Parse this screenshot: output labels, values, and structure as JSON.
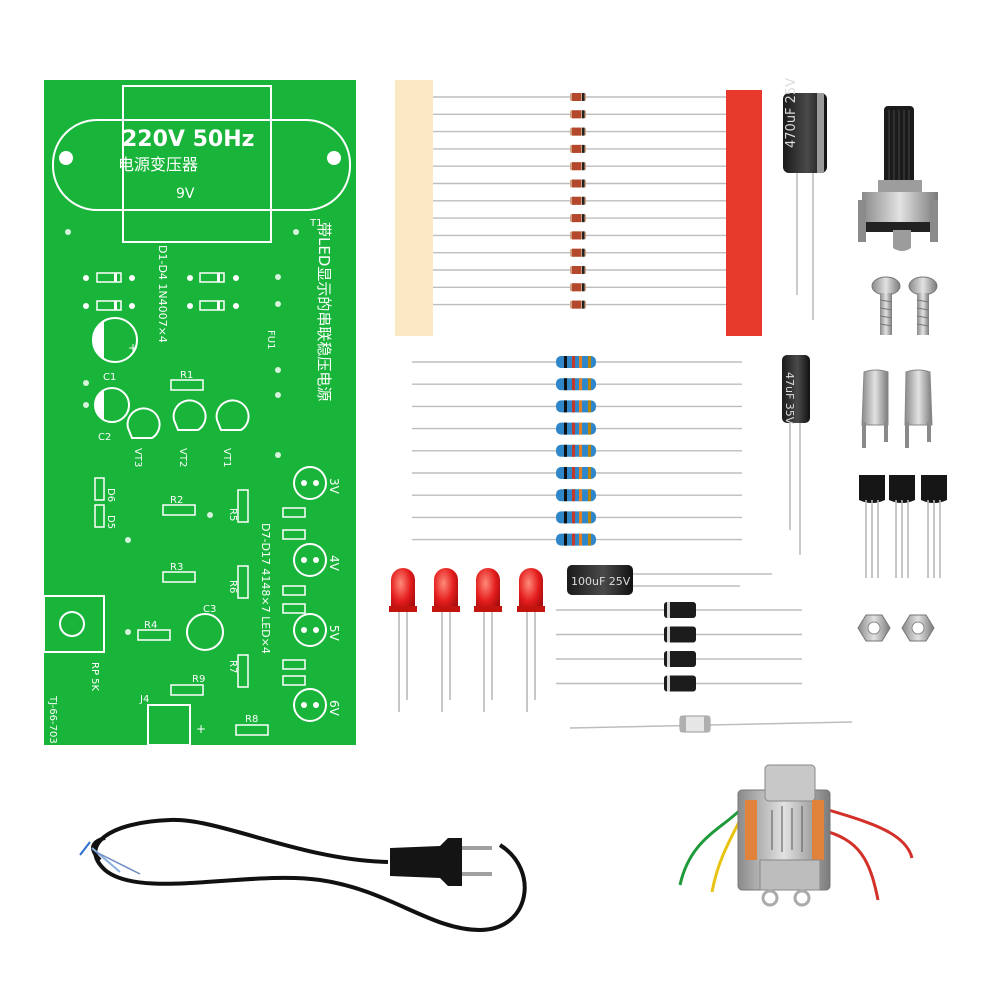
{
  "pcb": {
    "transformer_label": "220V 50Hz",
    "transformer_cn": "电源变压器",
    "transformer_out": "9V",
    "t1": "T1",
    "title_cn": "带LED显示的串联稳压电源",
    "diode_note": "D1-D4 1N4007×4",
    "led_note": "D7-D17 4148×7 LED×4",
    "fu1": "FU1",
    "c1": "C1",
    "c2": "C2",
    "c3": "C3",
    "vt1": "VT1",
    "vt2": "VT2",
    "vt3": "VT3",
    "d5": "D5",
    "d6": "D6",
    "r1": "R1",
    "r2": "R2",
    "r3": "R3",
    "r4": "R4",
    "r5": "R5",
    "r6": "R6",
    "r7": "R7",
    "r8": "R8",
    "r9": "R9",
    "rp": "RP 5K",
    "j4": "J4",
    "plus": "+",
    "v3": "3V",
    "v4": "4V",
    "v5": "5V",
    "v6": "6V",
    "code": "TJ-66-703"
  },
  "parts": {
    "cap_big_value": "470uF 25V",
    "cap_small_value": "47uF 35V",
    "cap_lay_value": "100uF 25V"
  },
  "colors": {
    "pcb_green": "#19b43a",
    "pcb_dark": "#0e8f2a",
    "tape_cream": "#fbe8c4",
    "tape_red": "#e83a2c",
    "led_red": "#e41c1c",
    "resistor_blue": "#2f87c9"
  }
}
